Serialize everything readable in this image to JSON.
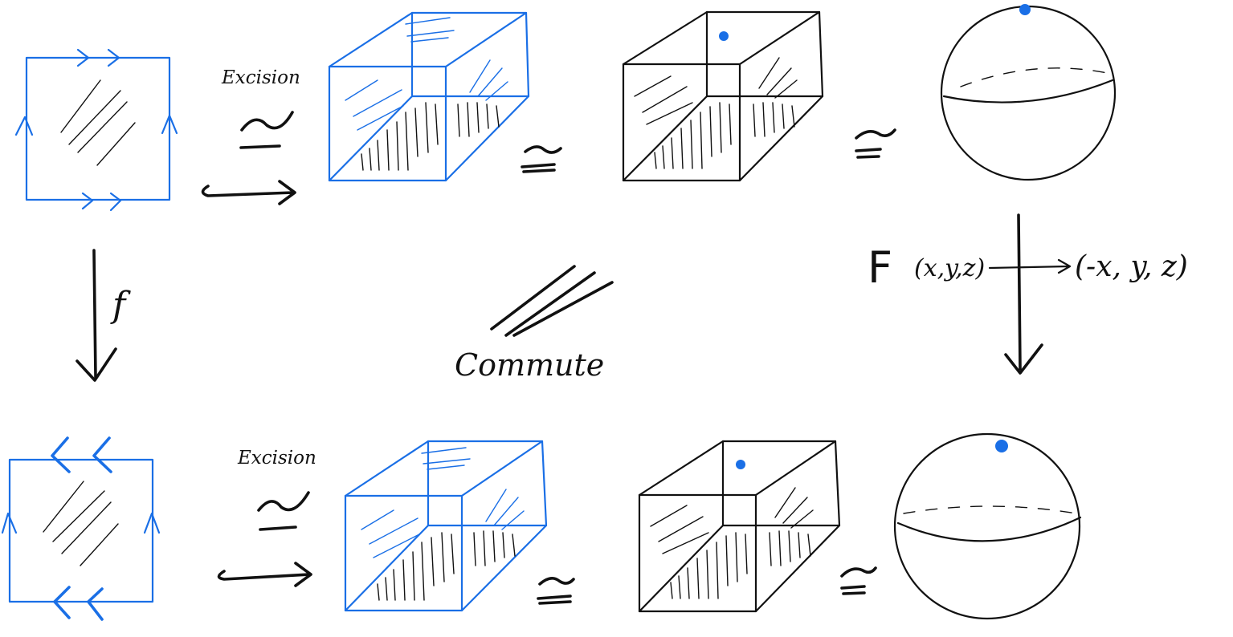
{
  "labels": {
    "excision_top": "Excision",
    "excision_bottom": "Excision",
    "commute": "Commute",
    "map_f": "f",
    "map_F_name": "F",
    "map_F_domain": "(x,y,z)",
    "map_F_codomain": "(-x, y, z)",
    "homotopy_symbol": "≃"
  },
  "colors": {
    "blue_ink": "#1a6fe6",
    "black_ink": "#111111",
    "dot": "#1a6fe6"
  }
}
